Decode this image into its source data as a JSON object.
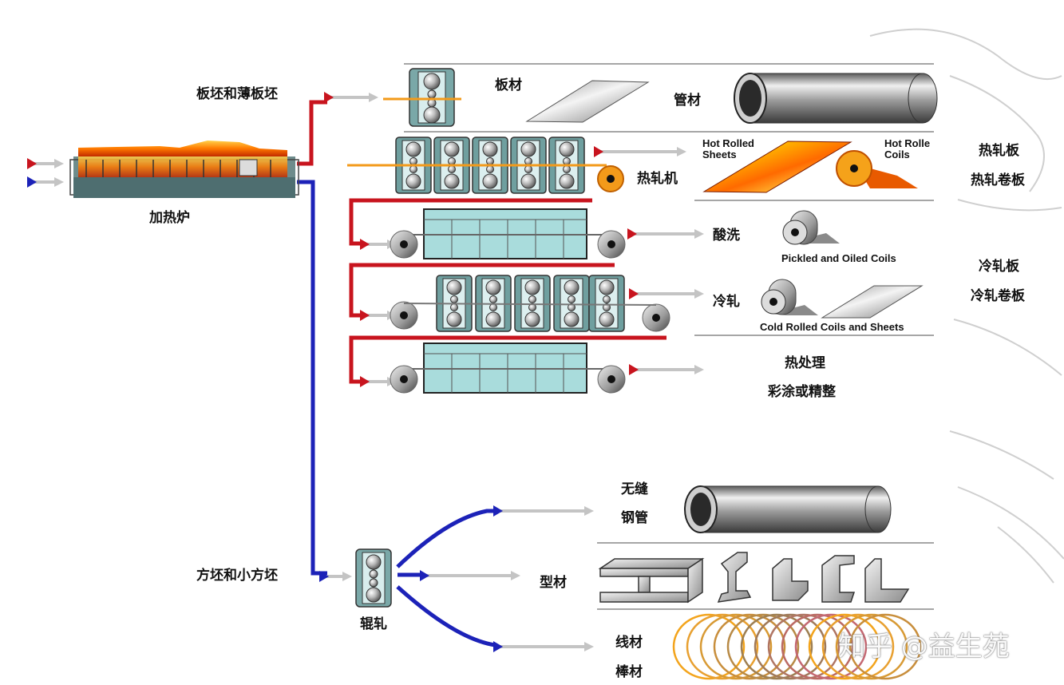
{
  "labels": {
    "slab": "板坯和薄板坯",
    "furnace": "加热炉",
    "plate": "板材",
    "pipe": "管材",
    "hot_mill": "热轧机",
    "hot_sheets_en": "Hot Rolled Sheets",
    "hot_coils_en": "Hot Rolle Coils",
    "hot_plate": "热轧板",
    "hot_coil": "热轧卷板",
    "pickling": "酸洗",
    "pickled_en": "Pickled and Oiled Coils",
    "cold_rolling": "冷轧",
    "cold_en": "Cold Rolled Coils and Sheets",
    "cold_plate": "冷轧板",
    "cold_coil": "冷轧卷板",
    "heat_treat": "热处理",
    "coating": "彩涂或精整",
    "billet": "方坯和小方坯",
    "roll": "辊轧",
    "seamless_1": "无缝",
    "seamless_2": "钢管",
    "section": "型材",
    "wire": "线材",
    "bar": "棒材"
  },
  "watermark": "知乎 @益生苑",
  "colors": {
    "red": "#c8141e",
    "blue": "#1c22b8",
    "grey_arrow": "#c4c4c4",
    "orange": "#f39a1a",
    "teal": "#5e9a9a",
    "cyan_fill": "#a9dcdc"
  }
}
